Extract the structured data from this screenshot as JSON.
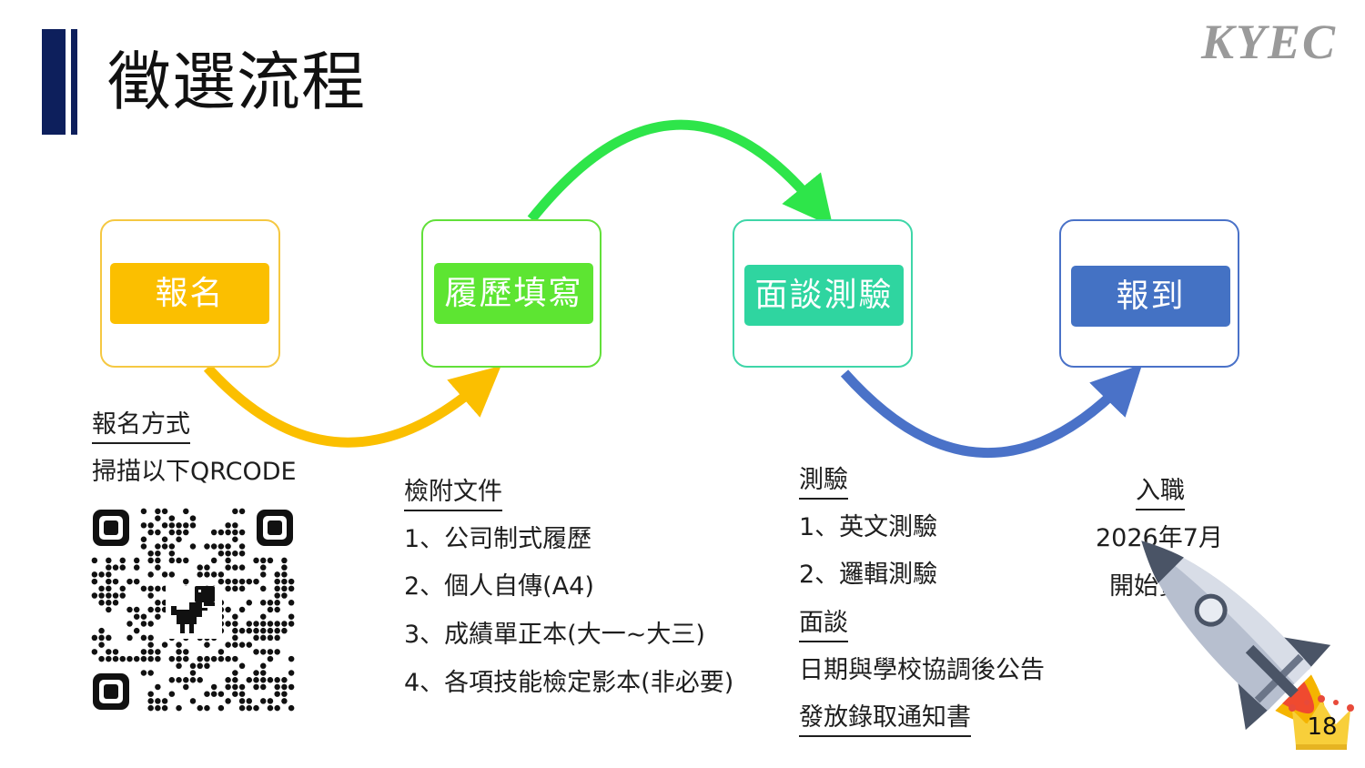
{
  "slide": {
    "title": "徵選流程",
    "logo": "KYEC",
    "page_number": "18"
  },
  "steps": [
    {
      "label": "報名",
      "color": "#fbbf00"
    },
    {
      "label": "履歷填寫",
      "color": "#5de532"
    },
    {
      "label": "面談測驗",
      "color": "#2fd5a0"
    },
    {
      "label": "報到",
      "color": "#4472c4"
    }
  ],
  "registration": {
    "heading": "報名方式",
    "text": "掃描以下QRCODE"
  },
  "documents": {
    "heading": "檢附文件",
    "items": [
      "1、公司制式履歷",
      "2、個人自傳(A4)",
      "3、成績單正本(大一~大三)",
      "4、各項技能檢定影本(非必要)"
    ]
  },
  "tests": {
    "heading": "測驗",
    "items": [
      "1、英文測驗",
      "2、邏輯測驗"
    ],
    "interview_heading": "面談",
    "interview_text": "日期與學校協調後公告",
    "notice": "發放錄取通知書"
  },
  "onboard": {
    "heading": "入職",
    "date": "2026年7月",
    "text": "開始實習"
  },
  "icons": {
    "qr": "qr-code-icon",
    "dino": "dinosaur-icon",
    "rocket": "rocket-icon",
    "crown": "crown-icon"
  }
}
